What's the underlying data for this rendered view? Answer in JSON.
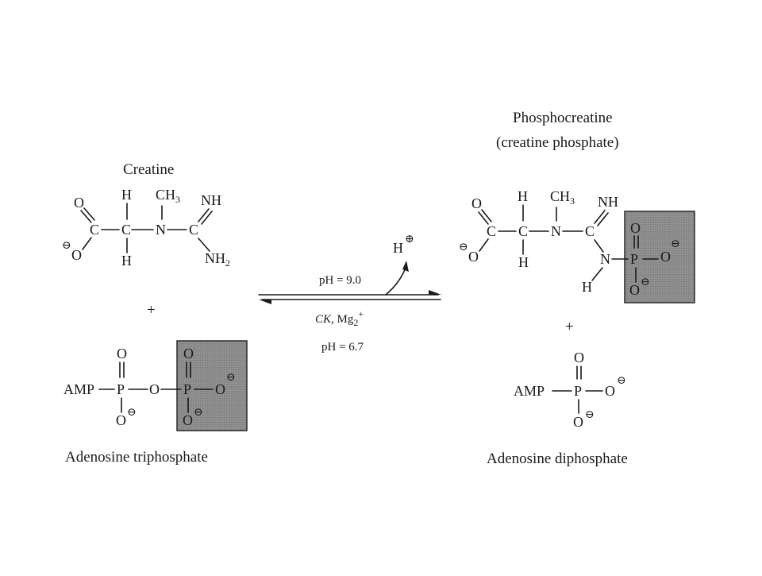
{
  "creatine": {
    "title": "Creatine",
    "atoms": {
      "o": "O",
      "h_top": "H",
      "ch3": "CH",
      "ch3_sub": "3",
      "nh": "NH",
      "c1": "C",
      "c2": "C",
      "n": "N",
      "c3": "C",
      "o_minus": "O",
      "h_bot": "H",
      "nh2": "NH",
      "nh2_sub": "2"
    }
  },
  "phosphocreatine": {
    "title": "Phosphocreatine",
    "subtitle": "(creatine phosphate)",
    "atoms": {
      "o": "O",
      "h_top": "H",
      "ch3": "CH",
      "ch3_sub": "3",
      "nh": "NH",
      "c1": "C",
      "c2": "C",
      "n": "N",
      "c3": "C",
      "o_minus": "O",
      "h_bot": "H",
      "n2": "N",
      "h_n2": "H",
      "p": "P",
      "p_o_top": "O",
      "p_o_right": "O",
      "p_o_bot": "O"
    }
  },
  "atp": {
    "name": "Adenosine triphosphate",
    "atoms": {
      "amp": "AMP",
      "p1": "P",
      "o_bridge": "O",
      "p2": "P",
      "o1_top": "O",
      "o1_bot": "O",
      "o2_top": "O",
      "o2_right": "O",
      "o2_bot": "O"
    }
  },
  "adp": {
    "name": "Adenosine diphosphate",
    "atoms": {
      "amp": "AMP",
      "p": "P",
      "o_top": "O",
      "o_right": "O",
      "o_bot": "O"
    }
  },
  "reaction": {
    "plus_left": "+",
    "plus_right": "+",
    "proton": "H",
    "forward_condition": "pH = 9.0",
    "enzyme": "CK",
    "cofactor": ", Mg",
    "cofactor_sub": "2",
    "cofactor_sup": "+",
    "reverse_condition": "pH = 6.7"
  },
  "charge_symbol": "⊖",
  "proton_charge_symbol": "⊕",
  "colors": {
    "highlight_box": "#8c8c8c",
    "ink": "#1a1a1a"
  }
}
